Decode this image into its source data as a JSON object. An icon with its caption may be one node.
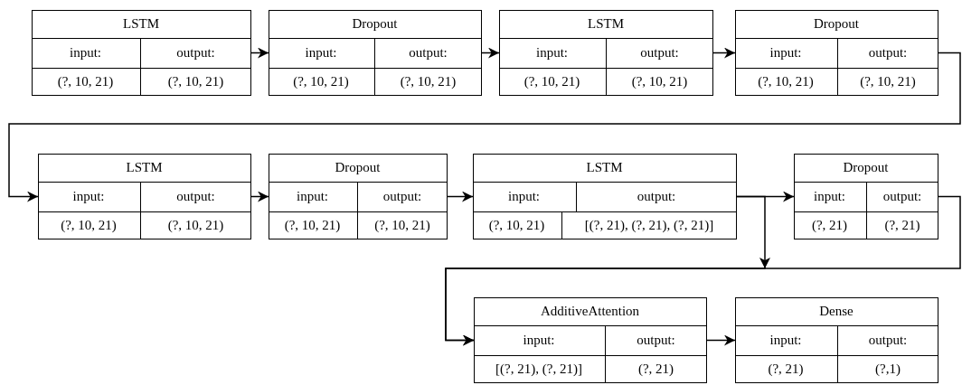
{
  "diagram": {
    "nodes": [
      {
        "text": [
          "LSTM",
          "input:",
          "output:",
          "(?, 10, 21)",
          "(?, 10, 21)"
        ]
      },
      {
        "text": [
          "Dropout",
          "input:",
          "output:",
          "(?, 10, 21)",
          "(?, 10, 21)"
        ]
      },
      {
        "text": [
          "LSTM",
          "input:",
          "output:",
          "(?, 10, 21)",
          "(?, 10, 21)"
        ]
      },
      {
        "text": [
          "Dropout",
          "input:",
          "output:",
          "(?, 10, 21)",
          "(?, 10, 21)"
        ]
      },
      {
        "text": [
          "LSTM",
          "input:",
          "output:",
          "(?, 10, 21)",
          "(?, 10, 21)"
        ]
      },
      {
        "text": [
          "Dropout",
          "input:",
          "output:",
          "(?, 10, 21)",
          "(?, 10, 21)"
        ]
      },
      {
        "text": [
          "LSTM",
          "input:",
          "output:",
          "(?, 10, 21)",
          "[(?, 21), (?, 21), (?, 21)]"
        ]
      },
      {
        "text": [
          "Dropout",
          "input:",
          "output:",
          "(?, 21)",
          "(?, 21)"
        ]
      },
      {
        "text": [
          "AdditiveAttention",
          "input:",
          "output:",
          "[(?, 21), (?, 21)]",
          "(?, 21)"
        ]
      },
      {
        "text": [
          "Dense",
          "input:",
          "output:",
          "(?, 21)",
          "(?,1)"
        ]
      }
    ],
    "edges": [
      {
        "from": 0,
        "to": 1,
        "arrow": "to"
      },
      {
        "from": 1,
        "to": 2,
        "arrow": "to"
      },
      {
        "from": 2,
        "to": 3,
        "arrow": "to"
      },
      {
        "from": 3,
        "to": 4,
        "arrow": "to"
      },
      {
        "from": 4,
        "to": 5,
        "arrow": "to"
      },
      {
        "from": 5,
        "to": 6,
        "arrow": "to"
      },
      {
        "from": 6,
        "to": 7,
        "arrow": "to"
      },
      {
        "from": 6,
        "to": 8,
        "arrow": "to"
      },
      {
        "from": 7,
        "to": 8,
        "arrow": "to"
      },
      {
        "from": 8,
        "to": 9,
        "arrow": "to"
      }
    ]
  }
}
